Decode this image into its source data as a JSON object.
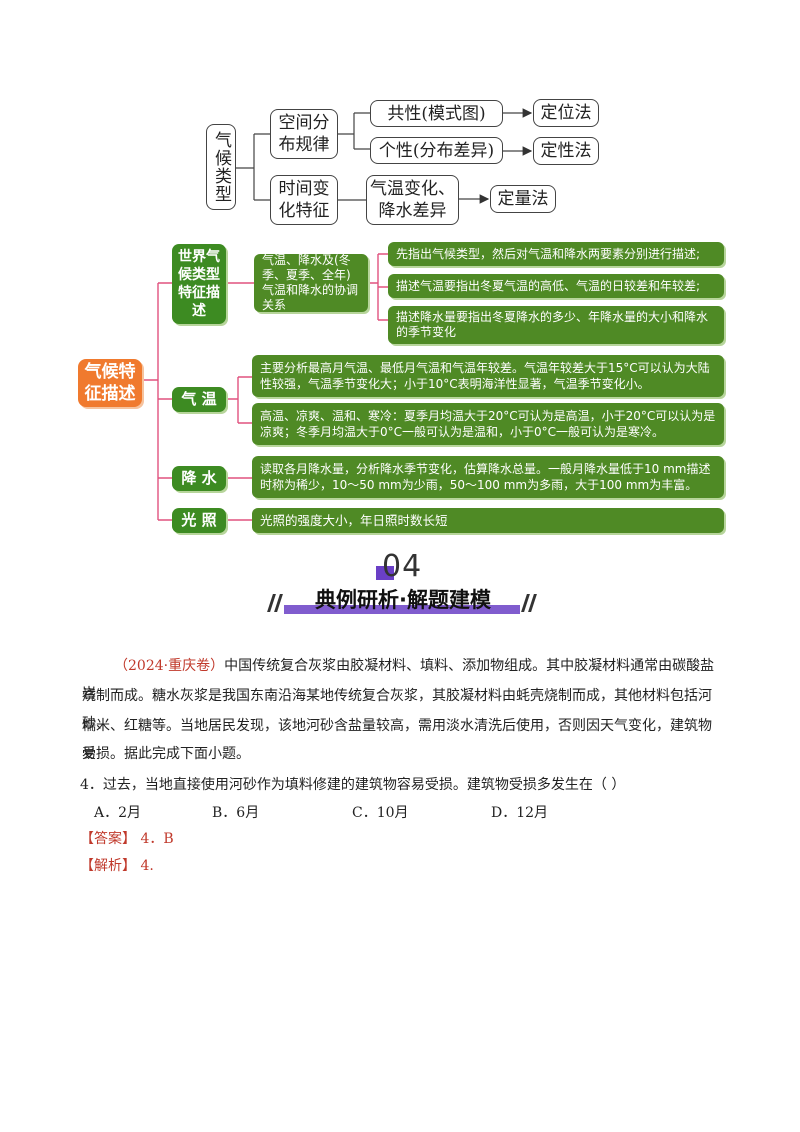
{
  "diagram": {
    "root": "气候类型",
    "branch1": "空间分布规律",
    "branch1_line1": "空间分",
    "branch1_line2": "布规律",
    "branch2_line1": "时间变",
    "branch2_line2": "化特征",
    "leaf1": "共性(模式图)",
    "leaf2": "个性(分布差异)",
    "leaf3_line1": "气温变化、",
    "leaf3_line2": "降水差异",
    "method1": "定位法",
    "method2": "定性法",
    "method3": "定量法"
  },
  "mindmap": {
    "center": "气候特征描述",
    "center_line1": "气候特",
    "center_line2": "征描述",
    "world_title_l1": "世界气",
    "world_title_l2": "候类型",
    "world_title_l3": "特征描",
    "world_title_l4": "述",
    "world_mid": "气温、降水及(冬季、夏季、全年)气温和降水的协调关系",
    "world_items": [
      "先指出气候类型，然后对气温和降水两要素分别进行描述;",
      "描述气温要指出冬夏气温的高低、气温的日较差和年较差;",
      "描述降水量要指出冬夏降水的多少、年降水量的大小和降水的季节变化"
    ],
    "temp_title": "气 温",
    "temp_items": [
      "主要分析最高月气温、最低月气温和气温年较差。气温年较差大于15°C可以认为大陆性较强，气温季节变化大；小于10°C表明海洋性显著，气温季节变化小。",
      "高温、凉爽、温和、寒冷：夏季月均温大于20°C可认为是高温，小于20°C可以认为是凉爽；冬季月均温大于0°C一般可认为是温和，小于0°C一般可认为是寒冷。"
    ],
    "precip_title": "降 水",
    "precip_item": "读取各月降水量，分析降水季节变化，估算降水总量。一般月降水量低于10 mm描述时称为稀少，10～50 mm为少雨，50～100 mm为多雨，大于100 mm为丰富。",
    "sun_title": "光 照",
    "sun_item": "光照的强度大小，年日照时数长短"
  },
  "section": {
    "number": "04",
    "title": "典例研析·解题建模"
  },
  "passage": {
    "source": "（2024·重庆卷）",
    "line1": "中国传统复合灰浆由胶凝材料、填料、添加物组成。其中胶凝材料通常由碳酸盐岩",
    "line2": "烧制而成。糖水灰浆是我国东南沿海某地传统复合灰浆，其胶凝材料由蚝壳烧制而成，其他材料包括河砂、",
    "line3": "糯米、红糖等。当地居民发现，该地河砂含盐量较高，需用淡水清洗后使用，否则因天气变化，建筑物易",
    "line4": "受损。据此完成下面小题。"
  },
  "question": {
    "stem": "4．过去，当地直接使用河砂作为填料修建的建筑物容易受损。建筑物受损多发生在（    ）",
    "options": [
      "A．2月",
      "B．6月",
      "C．10月",
      "D．12月"
    ]
  },
  "answer": {
    "label": "【答案】",
    "value": "4．B"
  },
  "analysis": {
    "label": "【解析】",
    "value": "4."
  },
  "colors": {
    "green": "#4f8a25",
    "orange": "#f07a2e",
    "purple": "#6a3fc6",
    "red": "#c0392b"
  }
}
